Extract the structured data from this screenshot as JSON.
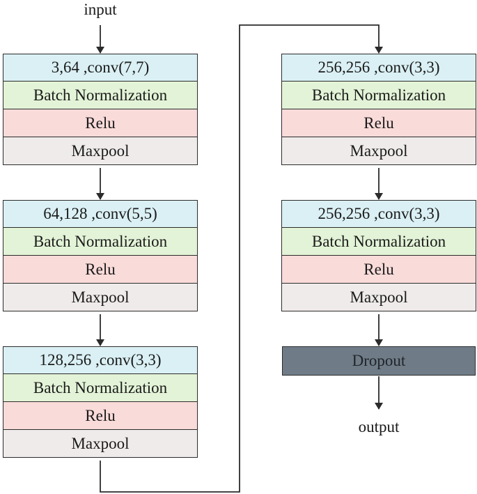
{
  "input_label": "input",
  "output_label": "output",
  "blocks": [
    {
      "conv": "3,64 ,conv(7,7)",
      "bn": "Batch Normalization",
      "relu": "Relu",
      "pool": "Maxpool"
    },
    {
      "conv": "64,128 ,conv(5,5)",
      "bn": "Batch Normalization",
      "relu": "Relu",
      "pool": "Maxpool"
    },
    {
      "conv": "128,256 ,conv(3,3)",
      "bn": "Batch Normalization",
      "relu": "Relu",
      "pool": "Maxpool"
    },
    {
      "conv": "256,256 ,conv(3,3)",
      "bn": "Batch Normalization",
      "relu": "Relu",
      "pool": "Maxpool"
    },
    {
      "conv": "256,256 ,conv(3,3)",
      "bn": "Batch Normalization",
      "relu": "Relu",
      "pool": "Maxpool"
    }
  ],
  "dropout": "Dropout",
  "colors": {
    "conv": "#daf0f4",
    "batch_norm": "#e3f3d7",
    "relu": "#f9dbd9",
    "maxpool": "#efebea",
    "dropout": "#6f7c87",
    "line": "#2b2b2b"
  }
}
